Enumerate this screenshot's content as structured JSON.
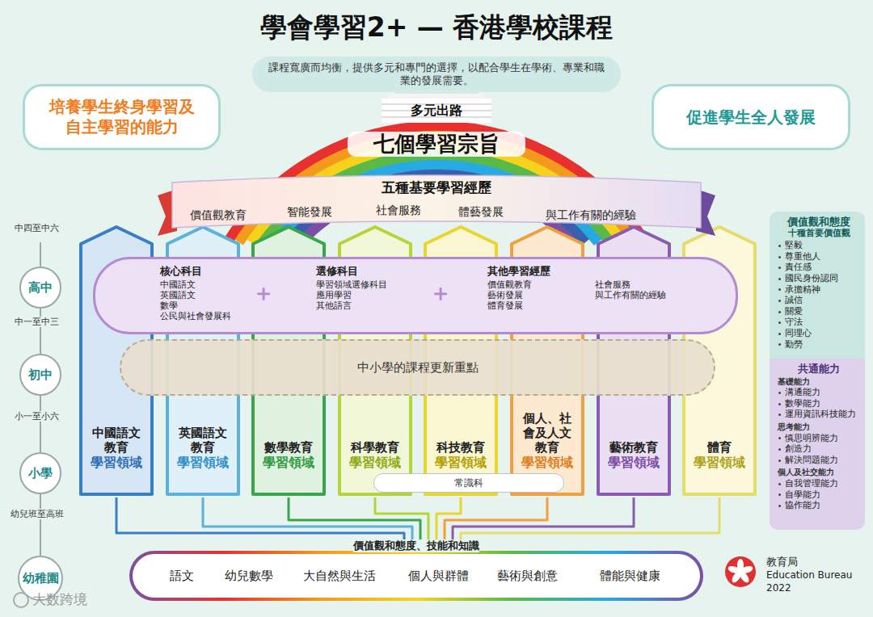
{
  "diagram": {
    "title": "學會學習2+ — 香港學校課程",
    "nodes": [
      {
        "text": [
          "課程寬廣而均衡，提供多元和專門的選擇，以配合學生在學術、專業和職業的發展需要。"
        ]
      },
      {
        "text": [
          "培養學生終身學習及自主學習的能力"
        ]
      },
      {
        "text": [
          "促進學生全人發展"
        ]
      },
      {
        "text": [
          "多元出路"
        ]
      },
      {
        "text": [
          "五種基要學習經歷",
          "價值觀教育",
          "智能發展",
          "社會服務",
          "體藝發展",
          "與工作有關的經驗"
        ]
      },
      {
        "text": [
          "高中"
        ]
      },
      {
        "text": [
          "核心科目",
          "中國語文",
          "英國語文",
          "數學",
          "公民與社會發展科",
          "選修科目",
          "學習領域選修科目",
          "應用學習",
          "其他語言",
          "其他學習經歷",
          "價值觀教育",
          "藝術發展",
          "體育發展",
          "社會服務",
          "與工作有關的經驗"
        ]
      },
      {
        "text": [
          "初中"
        ]
      },
      {
        "text": [
          "中小學的課程更新重點"
        ]
      },
      {
        "text": [
          "小學"
        ]
      },
      {
        "text": [
          "中國語文教育",
          "學習領域"
        ]
      },
      {
        "text": [
          "英國語文教育",
          "學習領域"
        ]
      },
      {
        "text": [
          "數學教育",
          "學習領域"
        ]
      },
      {
        "text": [
          "科學教育",
          "學習領域"
        ]
      },
      {
        "text": [
          "科技教育",
          "學習領域"
        ]
      },
      {
        "text": [
          "個人、社會及人文教育",
          "學習領域"
        ]
      },
      {
        "text": [
          "藝術教育",
          "學習領域"
        ]
      },
      {
        "text": [
          "體育",
          "學習領域"
        ]
      },
      {
        "text": [
          "常識科"
        ]
      },
      {
        "text": [
          "幼稚園"
        ]
      },
      {
        "text": [
          "價值觀和態度、技能和知識",
          "語文",
          "幼兒數學",
          "大自然與生活",
          "個人與群體",
          "藝術與創意",
          "體能與健康"
        ]
      },
      {
        "text": [
          "價值觀和態度",
          "十種首要價值觀",
          "堅毅",
          "尊重他人",
          "責任感",
          "國民身份認同",
          "承擔精神",
          "誠信",
          "關愛",
          "守法",
          "同理心",
          "勤勞"
        ]
      },
      {
        "text": [
          "共通能力",
          "基礎能力",
          "溝通能力",
          "數學能力",
          "運用資訊科技能力",
          "思考能力",
          "慎思明辨能力",
          "創造力",
          "解決問題能力",
          "個人及社交能力",
          "自我管理能力",
          "自學能力",
          "協作能力"
        ]
      }
    ],
    "edges": [
      {
        "from": 5,
        "to": 7,
        "arrow": "none"
      },
      {
        "from": 7,
        "to": 9,
        "arrow": "none"
      },
      {
        "from": 9,
        "to": 19,
        "arrow": "none"
      },
      {
        "from": 10,
        "to": 20,
        "arrow": "none"
      },
      {
        "from": 11,
        "to": 20,
        "arrow": "none"
      },
      {
        "from": 12,
        "to": 20,
        "arrow": "none"
      },
      {
        "from": 13,
        "to": 20,
        "arrow": "none"
      },
      {
        "from": 14,
        "to": 20,
        "arrow": "none"
      },
      {
        "from": 15,
        "to": 20,
        "arrow": "none"
      },
      {
        "from": 16,
        "to": 20,
        "arrow": "none"
      },
      {
        "from": 17,
        "to": 20,
        "arrow": "none"
      }
    ],
    "labels": [
      "七個學習宗旨",
      "中四至中六",
      "中一至中三",
      "小一至小六",
      "幼兒班至高班",
      "＋",
      "＋",
      "教育局",
      "Education Bureau",
      "2022",
      "大数跨境"
    ]
  }
}
